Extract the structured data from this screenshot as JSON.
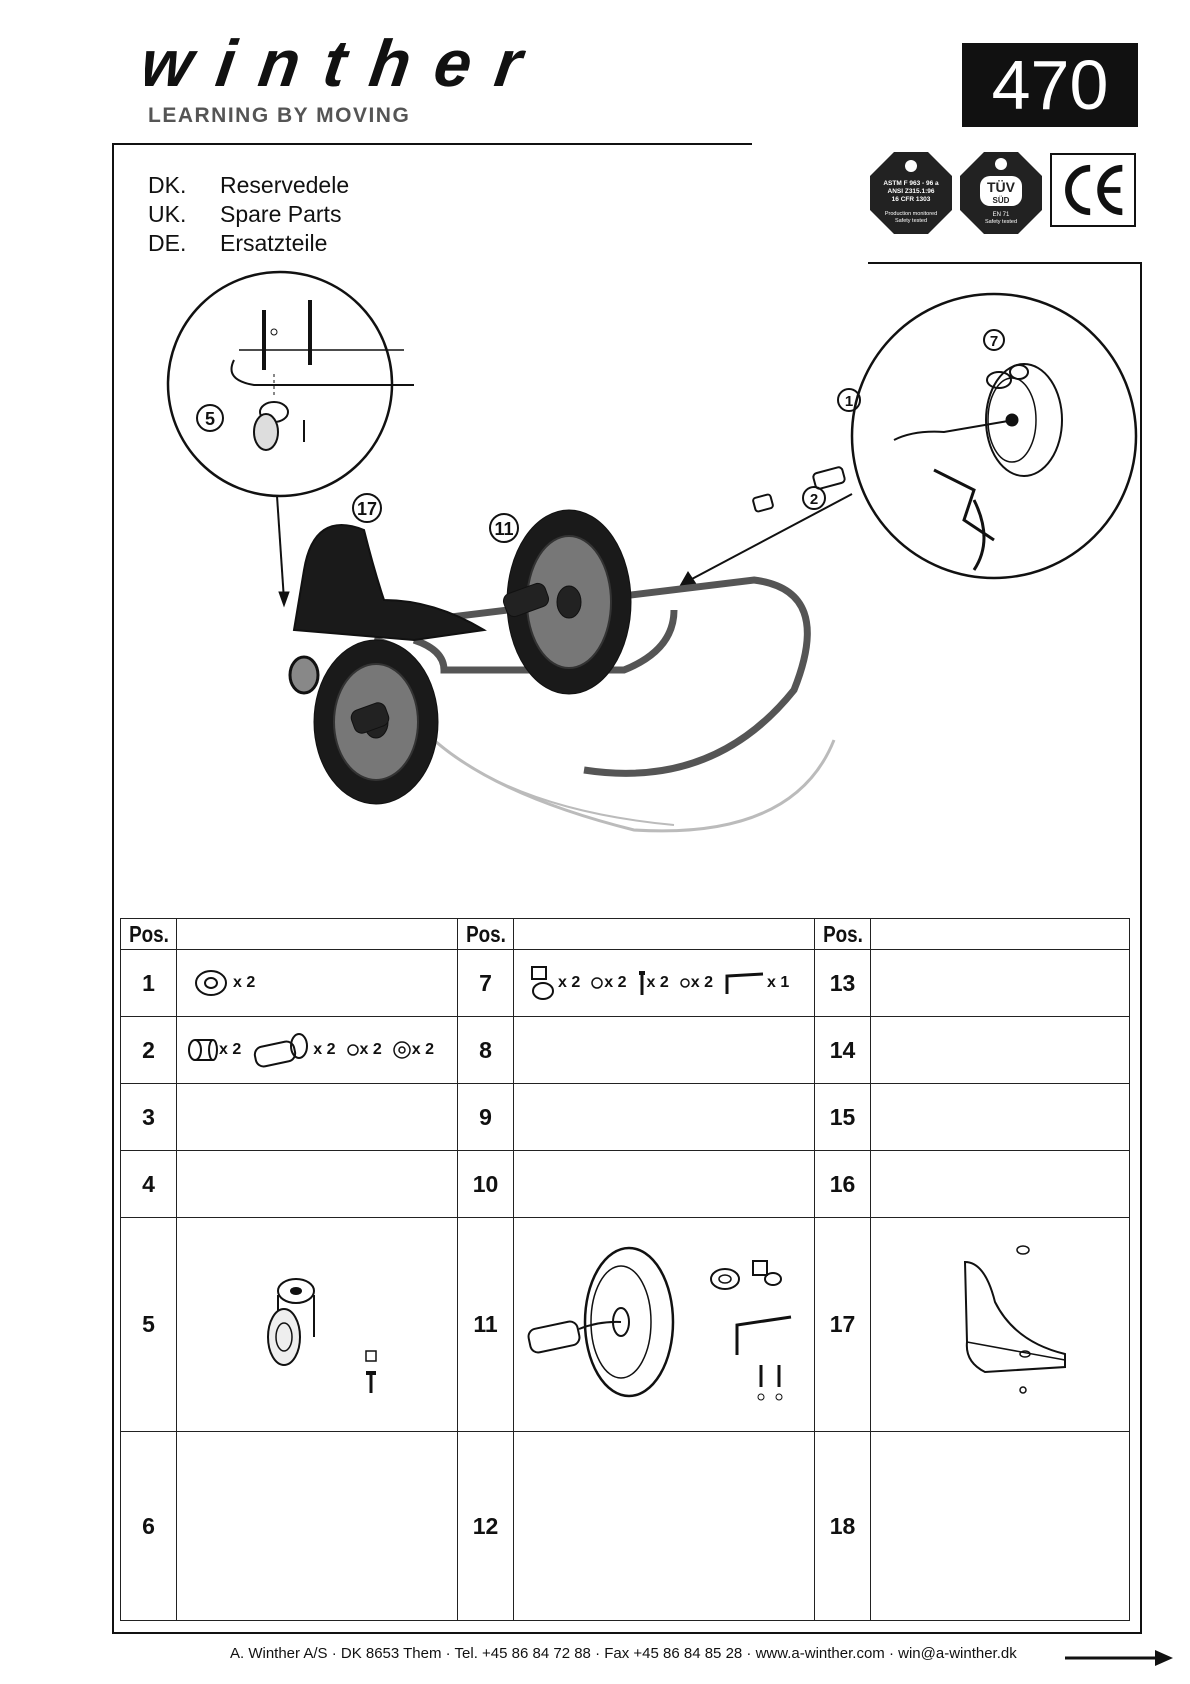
{
  "brand": {
    "name": "winther",
    "tagline": "LEARNING BY MOVING"
  },
  "model_number": "470",
  "certifications": [
    {
      "name": "astm-badge",
      "text": [
        "ASTM F 963 - 96 a",
        "ANSI Z315.1:96",
        "16 CFR 1303",
        "Production monitored",
        "Safety tested"
      ]
    },
    {
      "name": "tuv-badge",
      "text": [
        "TÜV",
        "SÜD",
        "EN 71",
        "Safety tested"
      ]
    },
    {
      "name": "ce-mark",
      "text": "CE"
    }
  ],
  "languages": [
    {
      "code": "DK.",
      "label": "Reservedele"
    },
    {
      "code": "UK.",
      "label": "Spare Parts"
    },
    {
      "code": "DE.",
      "label": "Ersatzteile"
    }
  ],
  "callouts": [
    "5",
    "17",
    "11",
    "7",
    "1",
    "2"
  ],
  "table": {
    "header": "Pos.",
    "rows": [
      {
        "a": "1",
        "a_parts": [
          {
            "icon": "washer-icon",
            "qty": "x 2"
          }
        ],
        "b": "7",
        "b_parts": [
          {
            "icon": "axle-clamp-icon",
            "qty": "x 2"
          },
          {
            "icon": "nut-icon",
            "qty": "x 2"
          },
          {
            "icon": "bolt-icon",
            "qty": "x 2"
          },
          {
            "icon": "small-nut-icon",
            "qty": "x 2"
          },
          {
            "icon": "hex-key-icon",
            "qty": "x 1"
          }
        ],
        "c": "13"
      },
      {
        "a": "2",
        "a_parts": [
          {
            "icon": "spacer-icon",
            "qty": "x 2"
          },
          {
            "icon": "handle-grip-icon",
            "qty": "x 2"
          },
          {
            "icon": "locknut-icon",
            "qty": "x 2"
          },
          {
            "icon": "flat-washer-icon",
            "qty": "x 2"
          }
        ],
        "b": "8",
        "b_parts": [],
        "c": "14"
      },
      {
        "a": "3",
        "a_parts": [],
        "b": "9",
        "b_parts": [],
        "c": "15"
      },
      {
        "a": "4",
        "a_parts": [],
        "b": "10",
        "b_parts": [],
        "c": "16"
      },
      {
        "a": "5",
        "a_parts": [
          {
            "icon": "caster-wheel-icon",
            "qty": ""
          }
        ],
        "b": "11",
        "b_parts": [
          {
            "icon": "wheel-assembly-icon",
            "qty": ""
          }
        ],
        "c": "17",
        "c_parts": [
          {
            "icon": "seat-icon",
            "qty": ""
          }
        ]
      },
      {
        "a": "6",
        "a_parts": [],
        "b": "12",
        "b_parts": [],
        "c": "18"
      }
    ]
  },
  "footer": "A. Winther A/S · DK 8653 Them · Tel. +45 86 84 72 88 · Fax +45 86 84 85 28 · www.a-winther.com · win@a-winther.dk"
}
